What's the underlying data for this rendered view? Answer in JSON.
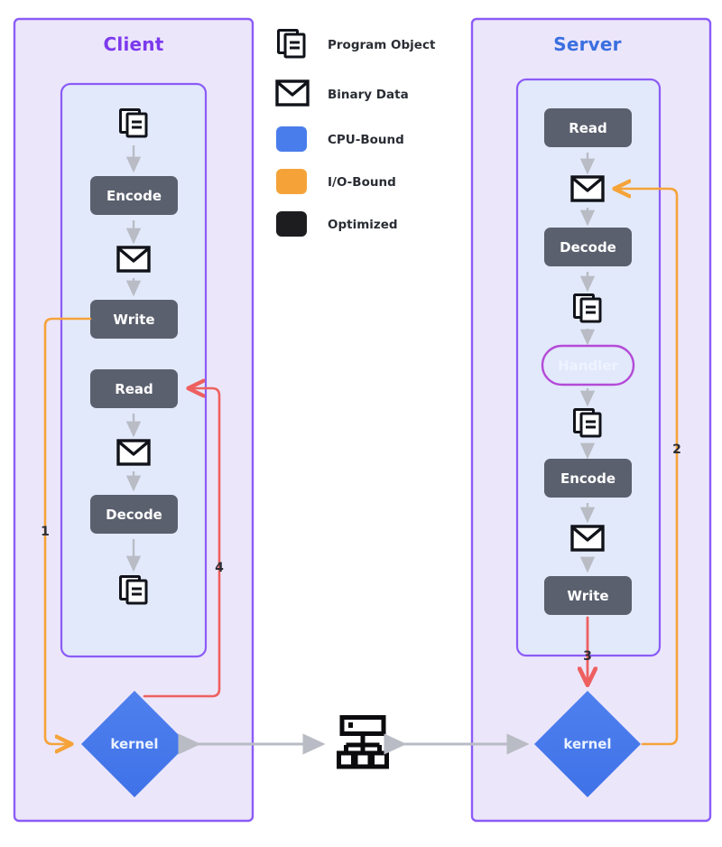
{
  "diagram": {
    "title_client": "Client",
    "title_server": "Server",
    "colors": {
      "outer_panel_fill": "#ece6fb",
      "outer_panel_stroke": "#8b5cf6",
      "inner_panel_fill": "#e2e9fb",
      "inner_panel_stroke": "#8b5cf6",
      "process_box_fill": "#5b606e",
      "process_box_text": "#ffffff",
      "kernel_fill": "#4a7dec",
      "kernel_text": "#eaf2ff",
      "handler_fill": "#4d7bee",
      "handler_stroke": "#b44bd8",
      "cpu_bound": "#4a7dec",
      "io_bound": "#f5a339",
      "optimized": "#1d1d1f",
      "arrow_gray": "#b9bcc4",
      "arrow_orange": "#f5a339",
      "arrow_red": "#ee6060",
      "client_title_color": "#7c3aed",
      "server_title_color": "#3b6fe0",
      "icon_stroke": "#11131a"
    },
    "legend": [
      {
        "icon": "program-object-icon",
        "label": "Program Object",
        "swatch": null
      },
      {
        "icon": "binary-data-icon",
        "label": "Binary Data",
        "swatch": null
      },
      {
        "icon": "color-swatch",
        "label": "CPU-Bound",
        "swatch": "#4a7dec"
      },
      {
        "icon": "color-swatch",
        "label": "I/O-Bound",
        "swatch": "#f5a339"
      },
      {
        "icon": "color-swatch",
        "label": "Optimized",
        "swatch": "#1d1d1f"
      }
    ],
    "client_flow": [
      {
        "type": "program-object",
        "label": null
      },
      {
        "type": "process",
        "label": "Encode"
      },
      {
        "type": "binary-data",
        "label": null
      },
      {
        "type": "process",
        "label": "Write"
      },
      {
        "type": "process",
        "label": "Read"
      },
      {
        "type": "binary-data",
        "label": null
      },
      {
        "type": "process",
        "label": "Decode"
      },
      {
        "type": "program-object",
        "label": null
      }
    ],
    "server_flow": [
      {
        "type": "process",
        "label": "Read"
      },
      {
        "type": "binary-data",
        "label": null
      },
      {
        "type": "process",
        "label": "Decode"
      },
      {
        "type": "program-object",
        "label": null
      },
      {
        "type": "handler",
        "label": "Handler"
      },
      {
        "type": "program-object",
        "label": null
      },
      {
        "type": "process",
        "label": "Encode"
      },
      {
        "type": "binary-data",
        "label": null
      },
      {
        "type": "process",
        "label": "Write"
      }
    ],
    "kernels": [
      {
        "name": "client-kernel",
        "label": "kernel"
      },
      {
        "name": "server-kernel",
        "label": "kernel"
      }
    ],
    "network_icon": "network-switch-icon",
    "step_labels": [
      {
        "id": "step-1",
        "text": "1",
        "color": "#f5a339"
      },
      {
        "id": "step-2",
        "text": "2",
        "color": "#f5a339"
      },
      {
        "id": "step-3",
        "text": "3",
        "color": "#ee6060"
      },
      {
        "id": "step-4",
        "text": "4",
        "color": "#ee6060"
      }
    ]
  }
}
